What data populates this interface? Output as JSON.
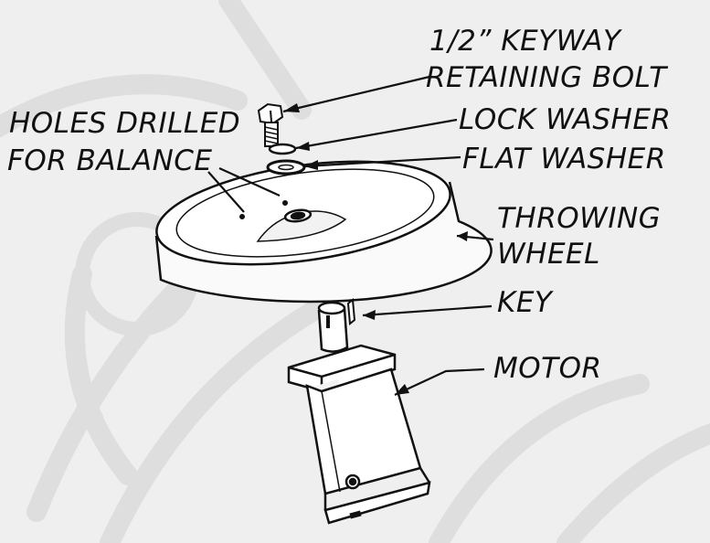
{
  "labels": {
    "keyway_bolt": [
      "1/2” KEYWAY",
      "RETAINING BOLT"
    ],
    "holes": [
      "HOLES DRILLED",
      "FOR BALANCE"
    ],
    "lock_washer": "LOCK WASHER",
    "flat_washer": "FLAT WASHER",
    "throwing_wheel": [
      "THROWING",
      "WHEEL"
    ],
    "key": "KEY",
    "motor": "MOTOR"
  },
  "colors": {
    "background": "#e9e9e9",
    "ghost_machine": "#cfcfcf",
    "part_fill": "#ffffff",
    "line": "#111111"
  }
}
